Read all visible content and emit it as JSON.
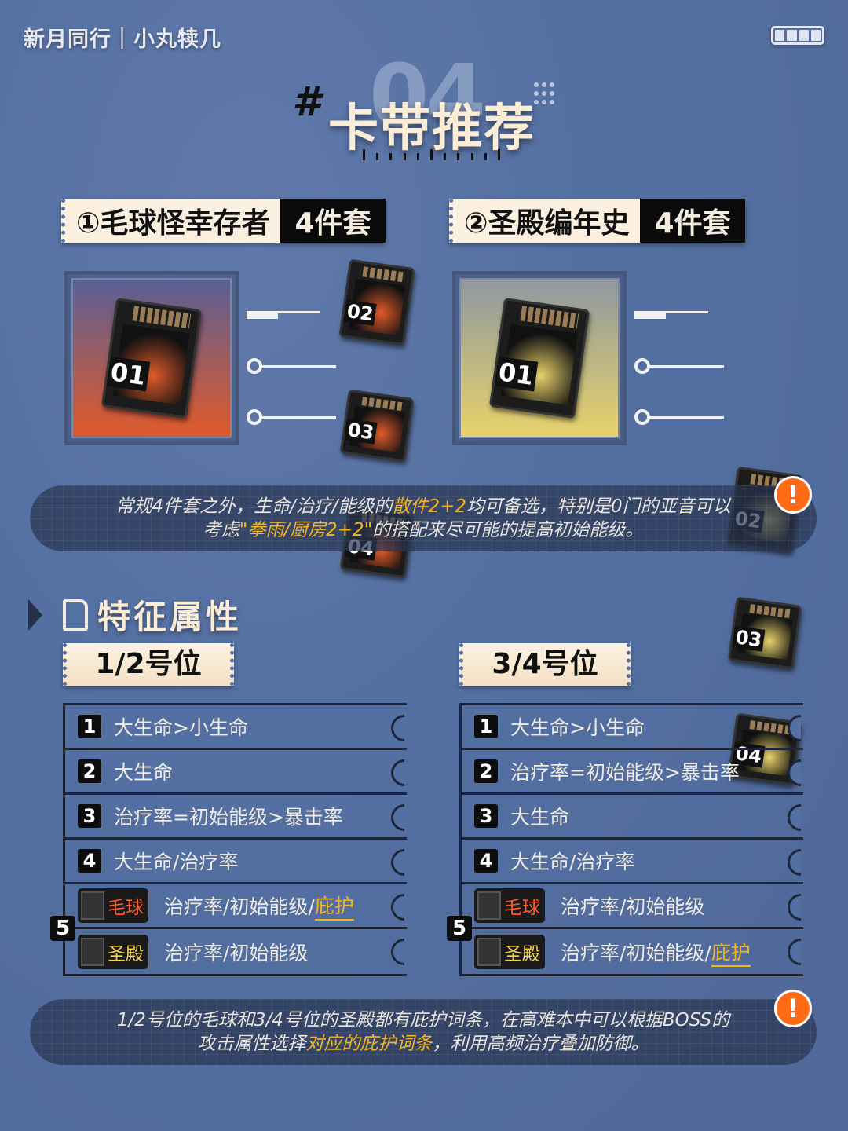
{
  "header": {
    "brand": "新月同行｜小丸犊几",
    "section_number": "04",
    "title": "卡带推荐",
    "hash": "#"
  },
  "sets": [
    {
      "label": "①毛球怪幸存者",
      "count": "4件套",
      "color_top": "#5a5f95",
      "color_bottom": "#e05a2a",
      "cards": [
        "01",
        "02",
        "03",
        "04"
      ]
    },
    {
      "label": "②圣殿编年史",
      "count": "4件套",
      "color_top": "#8f98a0",
      "color_bottom": "#e8d26a",
      "cards": [
        "01",
        "02",
        "03",
        "04"
      ]
    }
  ],
  "note1": {
    "parts": [
      "常规4件套之外，生命/治疗/能级的",
      "散件2+2",
      "均可备选，特别是0门的亚音可以"
    ],
    "line2": [
      "考虑",
      "\"拳雨/厨房2+2\"",
      "的搭配来尽可能的提高初始能级。"
    ]
  },
  "traits": {
    "title": "特征属性",
    "columns": [
      {
        "position": "1/2号位",
        "rows": [
          {
            "rank": "1",
            "text": "大生命>小生命"
          },
          {
            "rank": "2",
            "text": "大生命"
          },
          {
            "rank": "3",
            "text": "治疗率=初始能级>暴击率"
          },
          {
            "rank": "4",
            "text": "大生命/治疗率"
          }
        ],
        "slot5": {
          "rank": "5",
          "options": [
            {
              "tag": "毛球",
              "tag_color": "#ff5a2a",
              "text": "治疗率/初始能级/",
              "extra": "庇护"
            },
            {
              "tag": "圣殿",
              "tag_color": "#f2d24a",
              "text": "治疗率/初始能级",
              "extra": ""
            }
          ]
        }
      },
      {
        "position": "3/4号位",
        "rows": [
          {
            "rank": "1",
            "text": "大生命>小生命"
          },
          {
            "rank": "2",
            "text": "治疗率=初始能级>暴击率"
          },
          {
            "rank": "3",
            "text": "大生命"
          },
          {
            "rank": "4",
            "text": "大生命/治疗率"
          }
        ],
        "slot5": {
          "rank": "5",
          "options": [
            {
              "tag": "毛球",
              "tag_color": "#ff5a2a",
              "text": "治疗率/初始能级",
              "extra": ""
            },
            {
              "tag": "圣殿",
              "tag_color": "#f2d24a",
              "text": "治疗率/初始能级/",
              "extra": "庇护"
            }
          ]
        }
      }
    ]
  },
  "note2": {
    "line1": "1/2号位的毛球和3/4号位的圣殿都有庇护词条，在高难本中可以根据BOSS的",
    "line2": [
      "攻击属性选择",
      "对应的庇护词条",
      "，利用高频治疗叠加防御。"
    ]
  },
  "warn_icon": "!"
}
